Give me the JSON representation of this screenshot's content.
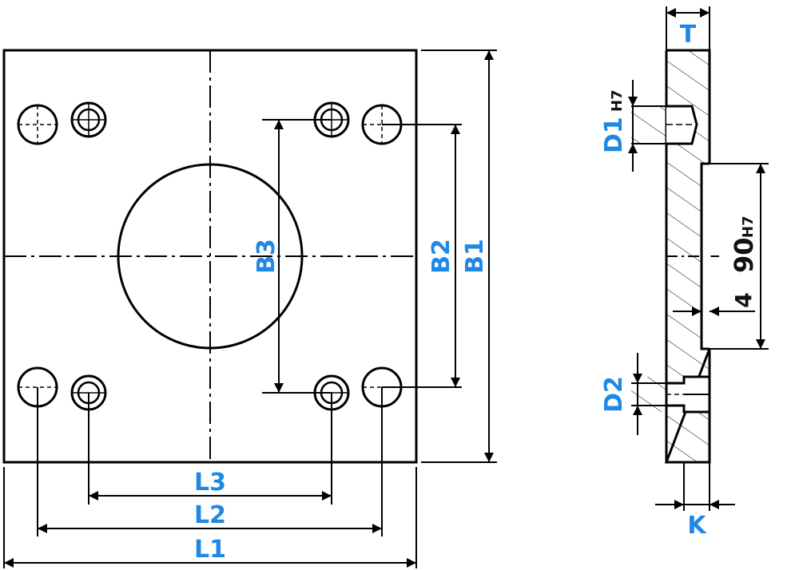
{
  "colors": {
    "line": "#000000",
    "label_blue": "#1e88e5",
    "label_dark": "#111111",
    "background": "#ffffff"
  },
  "front_view": {
    "labels": {
      "L1": "L1",
      "L2": "L2",
      "L3": "L3",
      "B1": "B1",
      "B2": "B2",
      "B3": "B3"
    }
  },
  "side_view": {
    "labels": {
      "T": "T",
      "K": "K",
      "D1": "D1",
      "D1_tolerance": "H7",
      "D2": "D2",
      "bore": "90",
      "bore_tolerance": "H7",
      "depth": "4"
    }
  }
}
